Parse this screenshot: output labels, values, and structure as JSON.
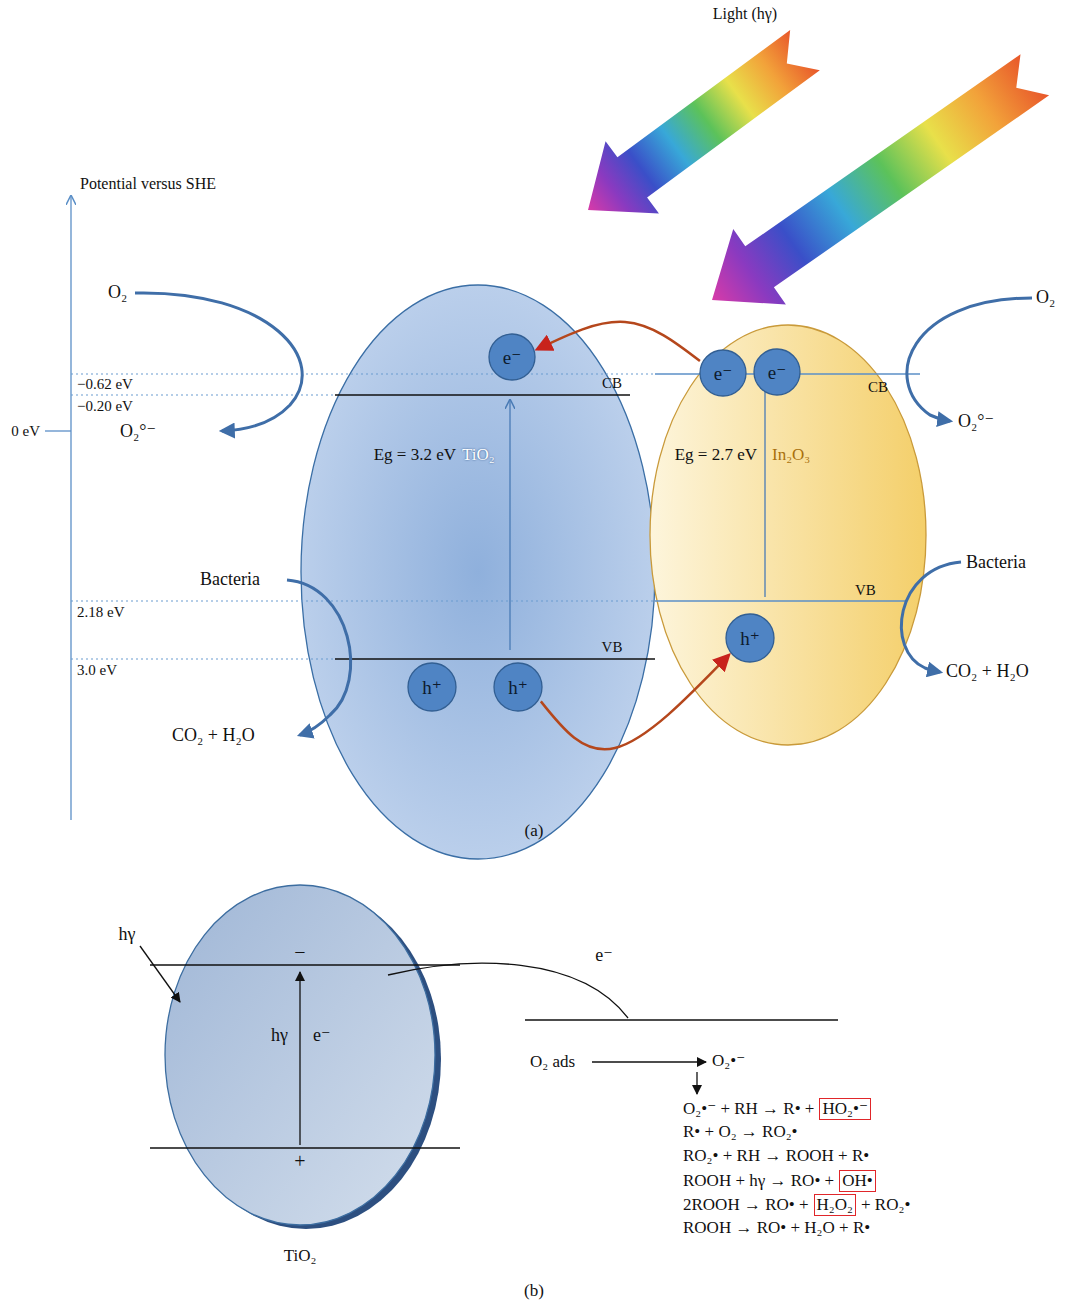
{
  "diagram": {
    "nodes": [
      {
        "text": [
          "CB",
          "Eg = 3.2 eV",
          "TiO₂",
          "VB"
        ]
      },
      {
        "text": [
          "e⁻"
        ],
        "in": 0
      },
      {
        "text": [
          "h⁺"
        ],
        "in": 0
      },
      {
        "text": [
          "h⁺"
        ],
        "in": 0
      },
      {
        "text": [
          "CB",
          "Eg = 2.7 eV",
          "In₂O₃",
          "VB"
        ]
      },
      {
        "text": [
          "e⁻"
        ],
        "in": 4
      },
      {
        "text": [
          "e⁻"
        ],
        "in": 4
      },
      {
        "text": [
          "h⁺"
        ],
        "in": 4
      },
      {
        "text": [
          "−",
          "hγ",
          "e⁻",
          "+",
          "TiO₂"
        ]
      },
      {
        "text": [
          "HO₂•⁻"
        ]
      },
      {
        "text": [
          "OH•"
        ]
      },
      {
        "text": [
          "H₂O₂"
        ]
      }
    ],
    "edges": [
      {
        "from": 5,
        "to": 1,
        "arrow": "to"
      },
      {
        "from": 3,
        "to": 7,
        "arrow": "to"
      }
    ],
    "labels": [
      "Light (hγ)",
      "Potential versus SHE",
      "−0.62 eV",
      "−0.20 eV",
      "0 eV",
      "2.18 eV",
      "3.0 eV",
      "O₂",
      "O₂°⁻",
      "Bacteria",
      "CO₂ + H₂O",
      "O₂",
      "O₂°⁻",
      "Bacteria",
      "CO₂ + H₂O",
      "(a)",
      "hγ",
      "e⁻",
      "O₂ ads",
      "O₂•⁻",
      "O₂•⁻ + RH → R• +",
      "R• + O₂ → RO₂•",
      "RO₂• + RH → ROOH + R•",
      "ROOH + hγ → RO• +",
      "2ROOH → RO• +",
      "+ RO₂•",
      "ROOH → RO• + H₂O + R•",
      "(b)"
    ]
  }
}
